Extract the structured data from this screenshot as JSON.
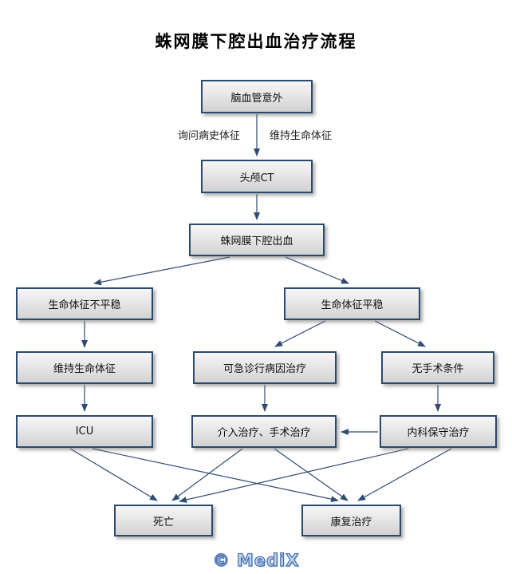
{
  "title": "蛛网膜下腔出血治疗流程",
  "footer": {
    "logo": "© MediX"
  },
  "nodes": {
    "cva": {
      "label": "脑血管意外"
    },
    "ct": {
      "label": "头颅CT"
    },
    "sah": {
      "label": "蛛网膜下腔出血"
    },
    "unstable": {
      "label": "生命体征不平稳"
    },
    "stable": {
      "label": "生命体征平稳"
    },
    "maintain": {
      "label": "维持生命体征"
    },
    "emergency": {
      "label": "可急诊行病因治疗"
    },
    "nosurgery": {
      "label": "无手术条件"
    },
    "icu": {
      "label": "ICU"
    },
    "intervention": {
      "label": "介入治疗、手术治疗"
    },
    "conservative": {
      "label": "内科保守治疗"
    },
    "death": {
      "label": "死亡"
    },
    "rehab": {
      "label": "康复治疗"
    }
  },
  "edge_labels": {
    "history": "询问病史体征",
    "vitals": "维持生命体征"
  },
  "edges": [
    {
      "from": "cva",
      "to": "ct",
      "label_left": "询问病史体征",
      "label_right": "维持生命体征"
    },
    {
      "from": "ct",
      "to": "sah"
    },
    {
      "from": "sah",
      "to": "unstable"
    },
    {
      "from": "sah",
      "to": "stable"
    },
    {
      "from": "unstable",
      "to": "maintain"
    },
    {
      "from": "maintain",
      "to": "icu"
    },
    {
      "from": "stable",
      "to": "emergency"
    },
    {
      "from": "stable",
      "to": "nosurgery"
    },
    {
      "from": "emergency",
      "to": "intervention"
    },
    {
      "from": "nosurgery",
      "to": "conservative"
    },
    {
      "from": "conservative",
      "to": "intervention"
    },
    {
      "from": "icu",
      "to": "death"
    },
    {
      "from": "icu",
      "to": "rehab"
    },
    {
      "from": "intervention",
      "to": "death"
    },
    {
      "from": "intervention",
      "to": "rehab"
    },
    {
      "from": "conservative",
      "to": "death"
    },
    {
      "from": "conservative",
      "to": "rehab"
    }
  ],
  "colors": {
    "node_border": "#2a4a6e",
    "arrow": "#2f4d72",
    "node_fill_top": "#f6f6f6",
    "node_fill_bottom": "#d2d2d2",
    "logo_blue": "#4a72b0"
  }
}
